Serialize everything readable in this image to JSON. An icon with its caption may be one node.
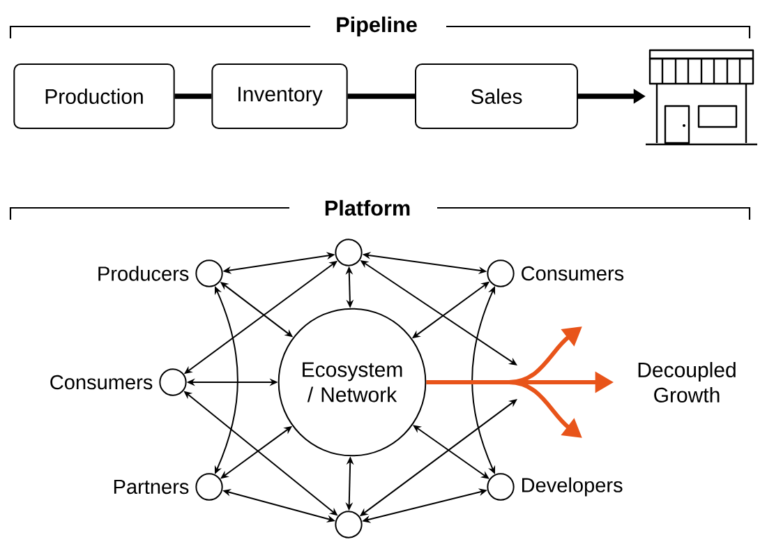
{
  "diagram": {
    "nodes": [
      {
        "text": [
          "Production"
        ]
      },
      {
        "text": [
          "Inventory"
        ]
      },
      {
        "text": [
          "Sales"
        ]
      },
      {
        "text": [],
        "shape": "picture"
      },
      {
        "text": [],
        "shape": "circle"
      },
      {
        "text": [],
        "shape": "circle",
        "beside": [
          "Producers"
        ]
      },
      {
        "text": [],
        "shape": "circle",
        "beside": [
          "Consumers"
        ]
      },
      {
        "text": [],
        "shape": "circle",
        "beside": [
          "Consumers"
        ]
      },
      {
        "text": [
          "Ecosystem / Network"
        ]
      },
      {
        "text": [],
        "shape": "circle",
        "beside": [
          "Partners"
        ]
      },
      {
        "text": [],
        "shape": "circle",
        "beside": [
          "Developers"
        ]
      },
      {
        "text": [],
        "shape": "circle"
      },
      {
        "text": [
          "Decoupled Growth"
        ]
      }
    ],
    "edges": [
      {
        "from": 0,
        "to": 1,
        "arrow": "none",
        "style": "thick"
      },
      {
        "from": 1,
        "to": 2,
        "arrow": "none",
        "style": "thick"
      },
      {
        "from": 2,
        "to": 3,
        "arrow": "to",
        "style": "thick"
      },
      {
        "from": 5,
        "to": 4,
        "arrow": "both"
      },
      {
        "from": 4,
        "to": 6,
        "arrow": "both"
      },
      {
        "from": 4,
        "to": 8,
        "arrow": "both"
      },
      {
        "from": 5,
        "to": 8,
        "arrow": "both"
      },
      {
        "from": 5,
        "to": 9,
        "arrow": "both"
      },
      {
        "from": 7,
        "to": 4,
        "arrow": "both"
      },
      {
        "from": 7,
        "to": 8,
        "arrow": "both"
      },
      {
        "from": 7,
        "to": 11,
        "arrow": "both"
      },
      {
        "from": 9,
        "to": 8,
        "arrow": "both"
      },
      {
        "from": 9,
        "to": 11,
        "arrow": "both"
      },
      {
        "from": 11,
        "to": 8,
        "arrow": "both"
      },
      {
        "from": 11,
        "to": 10,
        "arrow": "both"
      },
      {
        "from": 6,
        "to": 8,
        "arrow": "both"
      },
      {
        "from": 6,
        "to": 10,
        "arrow": "both"
      },
      {
        "from": 10,
        "to": 8,
        "arrow": "both"
      },
      {
        "from": 4,
        "to": null,
        "arrow": "both"
      },
      {
        "from": 11,
        "to": null,
        "arrow": "both"
      },
      {
        "from": 8,
        "to": 12,
        "arrow": "to",
        "style": "thick",
        "color": "#e8541a"
      }
    ],
    "labels": [
      "Pipeline",
      "Platform"
    ]
  }
}
